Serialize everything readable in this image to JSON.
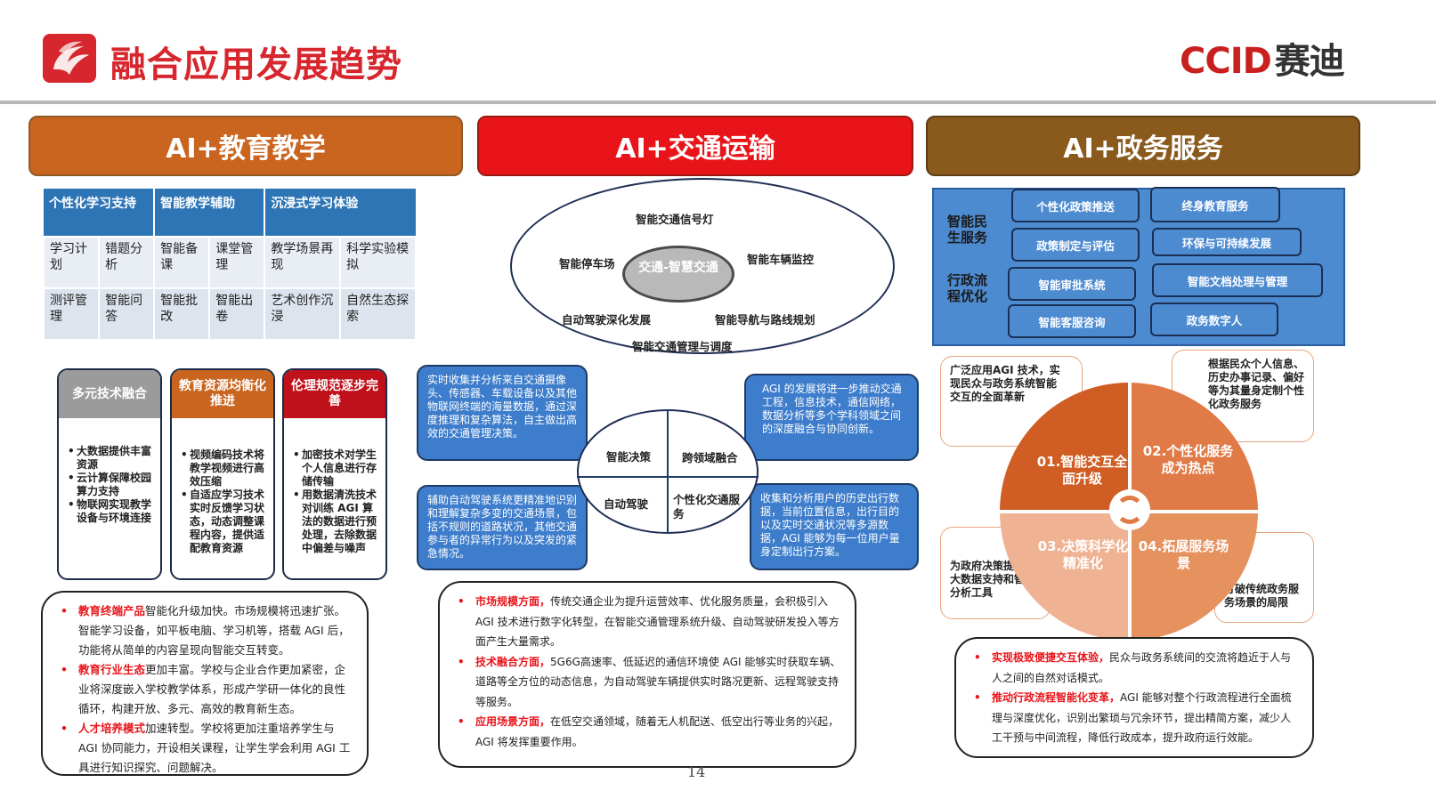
{
  "header": {
    "title": "融合应用发展趋势",
    "brand_latin": "CCID",
    "brand_zh": "赛迪"
  },
  "columns": {
    "education": {
      "banner": "AI+教育教学",
      "table": {
        "headers": [
          "个性化学习支持",
          "智能教学辅助",
          "沉浸式学习体验"
        ],
        "rows": [
          [
            "学习计划",
            "错题分析",
            "智能备课",
            "课堂管理",
            "教学场景再现",
            "科学实验模拟"
          ],
          [
            "测评管理",
            "智能问答",
            "智能批改",
            "智能出卷",
            "艺术创作沉浸",
            "自然生态探索"
          ]
        ]
      },
      "cards": [
        {
          "title": "多元技术融合",
          "items": [
            "大数据提供丰富资源",
            "云计算保障校园算力支持",
            "物联网实现教学设备与环境连接"
          ]
        },
        {
          "title": "教育资源均衡化推进",
          "items": [
            "视频编码技术将教学视频进行高效压缩",
            "自适应学习技术实时反馈学习状态，动态调整课程内容，提供适配教育资源"
          ]
        },
        {
          "title": "伦理规范逐步完善",
          "items": [
            "加密技术对学生个人信息进行存储传输",
            "用数据清洗技术对训练 AGI 算法的数据进行预处理，去除数据中偏差与噪声"
          ]
        }
      ],
      "notes": [
        {
          "hl": "教育终端产品",
          "text": "智能化升级加快。市场规模将迅速扩张。智能学习设备，如平板电脑、学习机等，搭载 AGI 后，功能将从简单的内容呈现向智能交互转变。"
        },
        {
          "hl": "教育行业生态",
          "text": "更加丰富。学校与企业合作更加紧密，企业将深度嵌入学校教学体系，形成产学研一体化的良性循环，构建开放、多元、高效的教育新生态。"
        },
        {
          "hl": "人才培养模式",
          "text": "加速转型。学校将更加注重培养学生与 AGI 协同能力，开设相关课程，让学生学会利用 AGI 工具进行知识探究、问题解决。"
        }
      ]
    },
    "transport": {
      "banner": "AI+交通运输",
      "ellipse": {
        "core": "交通-智慧交通",
        "labels": [
          "智能交通信号灯",
          "智能停车场",
          "智能车辆监控",
          "自动驾驶深化发展",
          "智能导航与路线规划",
          "智能交通管理与调度"
        ]
      },
      "callouts": [
        "实时收集并分析来自交通摄像头、传感器、车载设备以及其他物联网终端的海量数据，通过深度推理和复杂算法，自主做出高效的交通管理决策。",
        "AGI 的发展将进一步推动交通工程，信息技术，通信网络，数据分析等多个学科领域之间的深度融合与协同创新。",
        "辅助自动驾驶系统更精准地识别和理解复杂多变的交通场景，包括不规则的道路状况，其他交通参与者的异常行为以及突发的紧急情况。",
        "收集和分析用户的历史出行数据，当前位置信息，出行目的以及实时交通状况等多源数据，AGI 能够为每一位用户量身定制出行方案。"
      ],
      "quadrants": [
        "智能决策",
        "跨领域融合",
        "自动驾驶",
        "个性化交通服务"
      ],
      "notes": [
        {
          "hl": "市场规模方面，",
          "text": "传统交通企业为提升运营效率、优化服务质量，会积极引入 AGI 技术进行数字化转型，在智能交通管理系统升级、自动驾驶研发投入等方面产生大量需求。"
        },
        {
          "hl": "技术融合方面，",
          "text": "5G6G高速率、低延迟的通信环境使 AGI 能够实时获取车辆、道路等全方位的动态信息，为自动驾驶车辆提供实时路况更新、远程驾驶支持等服务。"
        },
        {
          "hl": "应用场景方面，",
          "text": "在低空交通领域，随着无人机配送、低空出行等业务的兴起，AGI 将发挥重要作用。"
        }
      ]
    },
    "government": {
      "banner": "AI+政务服务",
      "panel": {
        "label_top": "智能民生服务",
        "label_bottom": "行政流程优化",
        "pills": [
          "个性化政策推送",
          "终身教育服务",
          "政策制定与评估",
          "环保与可持续发展",
          "智能审批系统",
          "智能文档处理与管理",
          "智能客服咨询",
          "政务数字人"
        ]
      },
      "quadrants": [
        "01.智能交互全面升级",
        "02.个性化服务成为热点",
        "03.决策科学化精准化",
        "04.拓展服务场景"
      ],
      "side_labels": [
        "广泛应用AGI 技术，实现民众与政务系统智能交互的全面革新",
        "根据民众个人信息、历史办事记录、偏好等为其量身定制个性化政务服务",
        "为政府决策提供强大数据支持和智能分析工具",
        "打破传统政务服务场景的局限"
      ],
      "notes": [
        {
          "hl": "实现极致便捷交互体验，",
          "text": "民众与政务系统间的交流将趋近于人与人之间的自然对话模式。"
        },
        {
          "hl": "推动行政流程智能化变革，",
          "text": "AGI 能够对整个行政流程进行全面梳理与深度优化，识别出繁琐与冗余环节，提出精简方案，减少人工干预与中间流程，降低行政成本，提升政府运行效能。"
        }
      ]
    }
  },
  "footer": {
    "page": "14"
  },
  "colors": {
    "accent_red": "#d7262d",
    "edu_orange": "#c9651f",
    "transport_red": "#e8141a",
    "gov_brown": "#8a5a1d",
    "panel_blue": "#4d8bd1"
  }
}
